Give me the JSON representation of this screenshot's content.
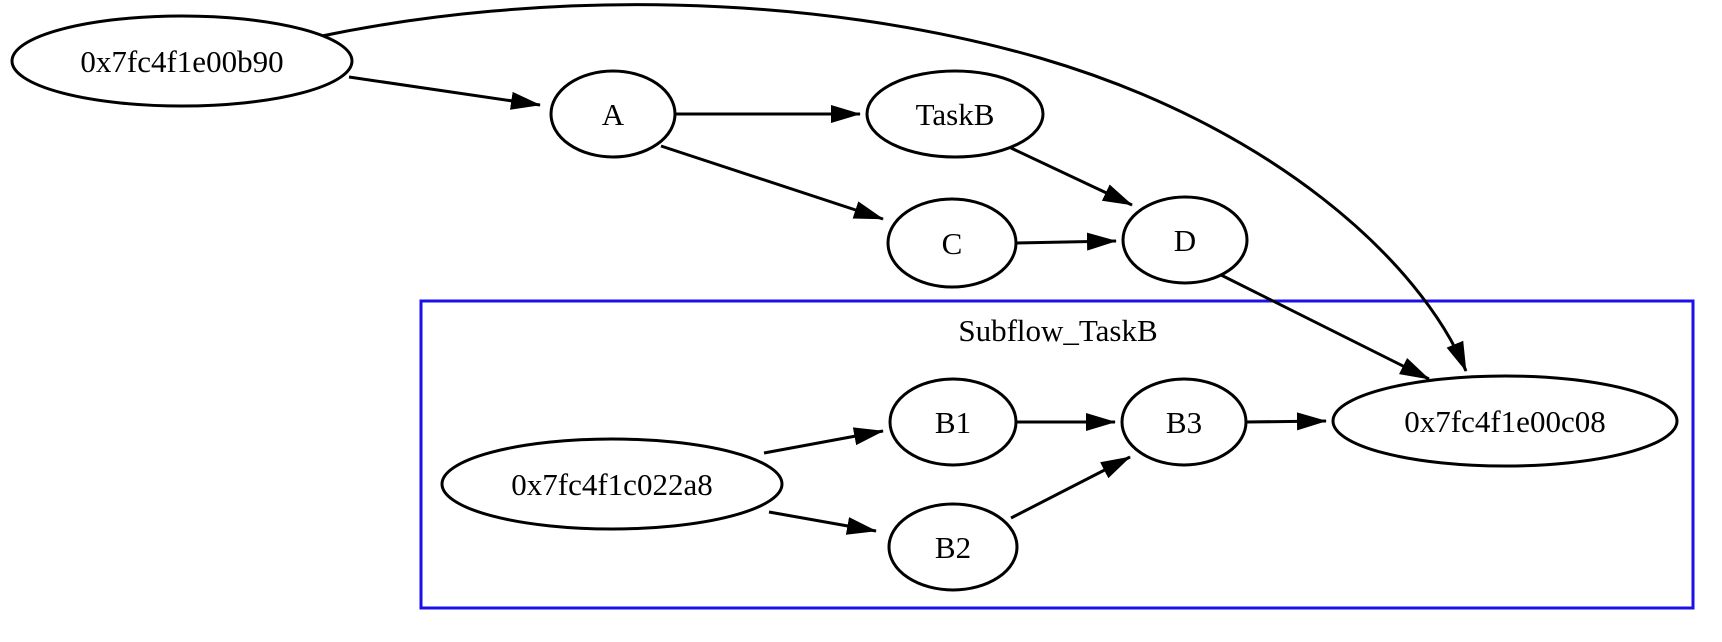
{
  "diagram": {
    "kind": "directed-task-graph",
    "background_color": "#ffffff",
    "edge_color": "#000000",
    "node_border_color": "#000000",
    "node_fill_color": "#ffffff",
    "cluster": {
      "label": "Subflow_TaskB",
      "border_color": "#1c10e8"
    },
    "nodes": {
      "start": {
        "label": "0x7fc4f1e00b90",
        "shape": "ellipse",
        "in_cluster": false
      },
      "a": {
        "label": "A",
        "shape": "ellipse",
        "in_cluster": false
      },
      "taskb": {
        "label": "TaskB",
        "shape": "ellipse",
        "in_cluster": false
      },
      "c": {
        "label": "C",
        "shape": "ellipse",
        "in_cluster": false
      },
      "d": {
        "label": "D",
        "shape": "ellipse",
        "in_cluster": false
      },
      "substart": {
        "label": "0x7fc4f1c022a8",
        "shape": "ellipse",
        "in_cluster": true
      },
      "b1": {
        "label": "B1",
        "shape": "ellipse",
        "in_cluster": true
      },
      "b2": {
        "label": "B2",
        "shape": "ellipse",
        "in_cluster": true
      },
      "b3": {
        "label": "B3",
        "shape": "ellipse",
        "in_cluster": true
      },
      "end": {
        "label": "0x7fc4f1e00c08",
        "shape": "ellipse",
        "in_cluster": true
      }
    },
    "edges": [
      {
        "from": "0x7fc4f1e00b90",
        "to": "A"
      },
      {
        "from": "0x7fc4f1e00b90",
        "to": "0x7fc4f1e00c08"
      },
      {
        "from": "A",
        "to": "TaskB"
      },
      {
        "from": "A",
        "to": "C"
      },
      {
        "from": "TaskB",
        "to": "D"
      },
      {
        "from": "C",
        "to": "D"
      },
      {
        "from": "D",
        "to": "0x7fc4f1e00c08"
      },
      {
        "from": "0x7fc4f1c022a8",
        "to": "B1"
      },
      {
        "from": "0x7fc4f1c022a8",
        "to": "B2"
      },
      {
        "from": "B1",
        "to": "B3"
      },
      {
        "from": "B2",
        "to": "B3"
      },
      {
        "from": "B3",
        "to": "0x7fc4f1e00c08"
      }
    ]
  }
}
